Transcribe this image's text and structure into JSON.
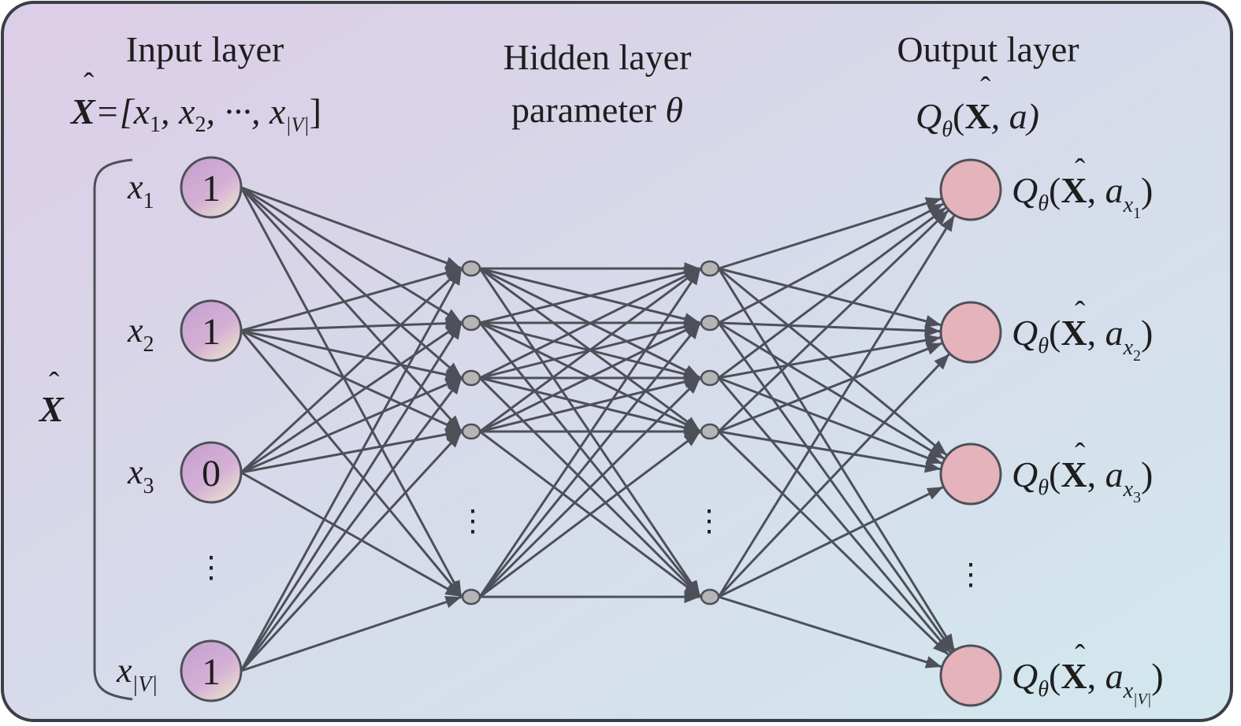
{
  "diagram": {
    "type": "neural-network",
    "colors": {
      "background_start": "#dccde6",
      "background_end": "#d2e8ee",
      "frame_border": "#3b3e46",
      "edge": "#4d5058",
      "input_node_fill_start": "#c9a3d0",
      "input_node_fill_end": "#e8e0cc",
      "hidden_node_fill": "#b5b5b5",
      "output_node_fill": "#e4b3bb",
      "node_stroke": "#4d5058"
    },
    "headers": {
      "input": {
        "title": "Input layer",
        "formula_lhs": "X",
        "formula_rhs": "=[x",
        "formula_sub1": "1",
        "formula_sep1": ", x",
        "formula_sub2": "2",
        "formula_sep2": ", ···, x",
        "formula_sub3": "|V|",
        "formula_end": "]"
      },
      "hidden": {
        "title": "Hidden layer",
        "subtitle": "parameter ",
        "subtitle_symbol": "θ"
      },
      "output": {
        "title": "Output layer",
        "formula_q": "Q",
        "formula_theta": "θ",
        "formula_open": "(",
        "formula_x": "X",
        "formula_rest": ", a)"
      }
    },
    "bracket_label": "X",
    "input_nodes": [
      {
        "label": "x",
        "sub": "1",
        "value": "1"
      },
      {
        "label": "x",
        "sub": "2",
        "value": "1"
      },
      {
        "label": "x",
        "sub": "3",
        "value": "0"
      },
      {
        "label": "x",
        "sub": "|V|",
        "value": "1"
      }
    ],
    "hidden_layers": [
      {
        "name": "hidden-layer-1",
        "node_count_shown": 5
      },
      {
        "name": "hidden-layer-2",
        "node_count_shown": 5
      }
    ],
    "output_nodes": [
      {
        "q": "Q",
        "theta": "θ",
        "x": "X",
        "a": "a",
        "sub": "x",
        "subsub": "1"
      },
      {
        "q": "Q",
        "theta": "θ",
        "x": "X",
        "a": "a",
        "sub": "x",
        "subsub": "2"
      },
      {
        "q": "Q",
        "theta": "θ",
        "x": "X",
        "a": "a",
        "sub": "x",
        "subsub": "3"
      },
      {
        "q": "Q",
        "theta": "θ",
        "x": "X",
        "a": "a",
        "sub": "x",
        "subsub": "|V|"
      }
    ],
    "ellipsis": "⋮",
    "hat": "ˆ"
  }
}
